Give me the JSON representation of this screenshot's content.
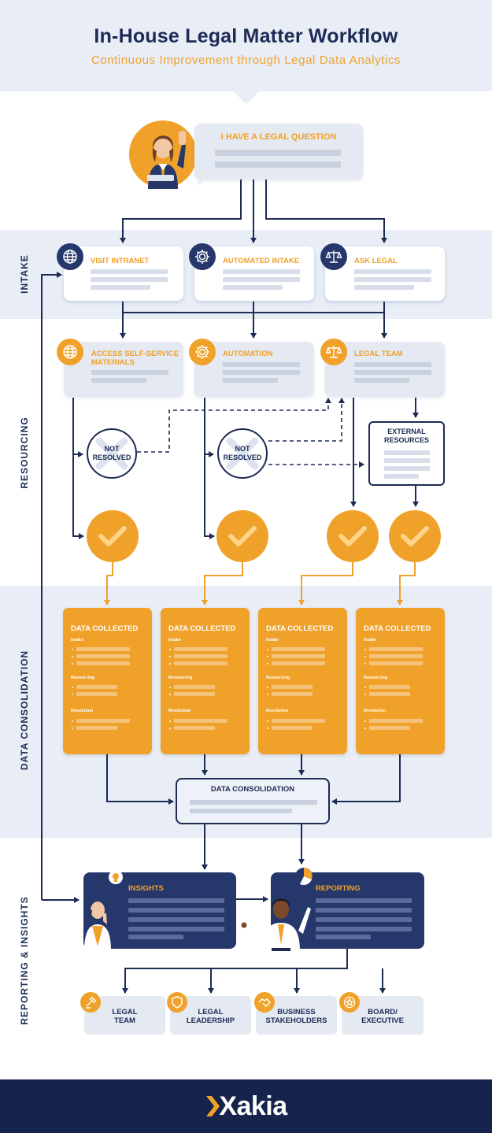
{
  "header": {
    "title": "In-House Legal Matter Workflow",
    "subtitle": "Continuous Improvement through Legal Data Analytics"
  },
  "question": {
    "text": "I HAVE A LEGAL QUESTION"
  },
  "sections": {
    "intake": "INTAKE",
    "resourcing": "RESOURCING",
    "data_consolidation": "DATA CONSOLIDATION",
    "reporting_insights": "REPORTING & INSIGHTS"
  },
  "intake": [
    {
      "label": "VISIT INTRANET",
      "icon": "globe-icon"
    },
    {
      "label": "AUTOMATED INTAKE",
      "icon": "gear-icon"
    },
    {
      "label": "ASK LEGAL",
      "icon": "scales-icon"
    }
  ],
  "resourcing": [
    {
      "label": "ACCESS SELF-SERVICE\nMATERIALS",
      "icon": "globe-icon"
    },
    {
      "label": "AUTOMATION",
      "icon": "gear-icon"
    },
    {
      "label": "LEGAL TEAM",
      "icon": "scales-icon"
    }
  ],
  "not_resolved": {
    "line1": "NOT",
    "line2": "RESOLVED"
  },
  "external": {
    "line1": "EXTERNAL",
    "line2": "RESOURCES"
  },
  "data_collected": {
    "title": "DATA COLLECTED",
    "intake_label": "Intake",
    "resourcing_label": "Resourcing",
    "resolution_label": "Resolution"
  },
  "consolidation": {
    "title": "DATA CONSOLIDATION"
  },
  "insights": {
    "title": "INSIGHTS"
  },
  "reporting": {
    "title": "REPORTING"
  },
  "audiences": [
    {
      "line1": "LEGAL",
      "line2": "TEAM",
      "icon": "gavel-icon"
    },
    {
      "line1": "LEGAL",
      "line2": "LEADERSHIP",
      "icon": "shield-icon"
    },
    {
      "line1": "BUSINESS",
      "line2": "STAKEHOLDERS",
      "icon": "handshake-icon"
    },
    {
      "line1": "BOARD/",
      "line2": "EXECUTIVE",
      "icon": "star-icon"
    }
  ],
  "footer": {
    "logo": "Xakia"
  },
  "colors": {
    "navy": "#1d2b55",
    "orange": "#f0a12a",
    "band": "#e8edf6",
    "footer": "#16234a"
  }
}
